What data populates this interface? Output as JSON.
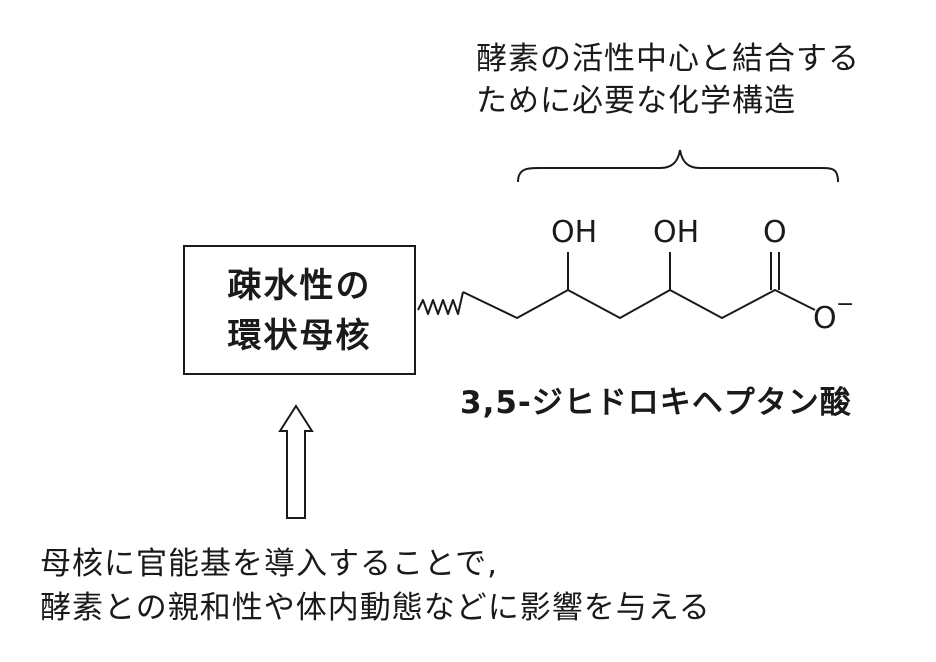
{
  "captions": {
    "top_line1": "酵素の活性中心と結合する",
    "top_line2": "ために必要な化学構造",
    "bottom_line1": "母核に官能基を導入することで,",
    "bottom_line2": "酵素との親和性や体内動態などに影響を与える"
  },
  "core_box": {
    "line1": "疎水性の",
    "line2": "環状母核"
  },
  "compound": {
    "name": "3,5-ジヒドロキヘプタン酸",
    "atoms": {
      "oh1": "OH",
      "oh2": "OH",
      "o_double": "O",
      "o_minus": "O",
      "charge": "−"
    }
  }
}
